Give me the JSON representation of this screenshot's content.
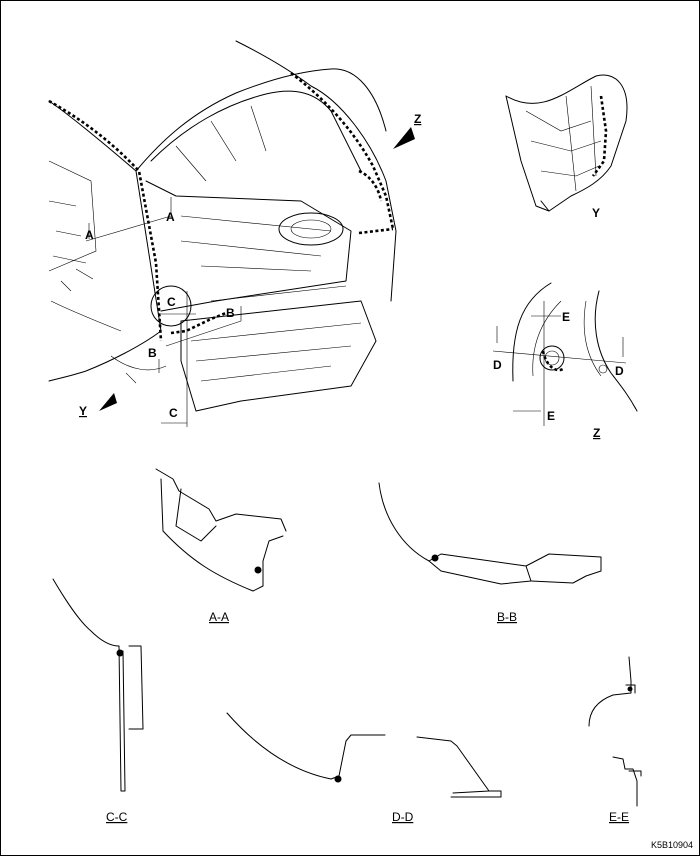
{
  "callouts": {
    "A": "A",
    "B": "B",
    "C": "C",
    "D": "D",
    "E": "E"
  },
  "views": {
    "Y": "Y",
    "Z": "Z"
  },
  "sections": {
    "aa": "A-A",
    "bb": "B-B",
    "cc": "C-C",
    "dd": "D-D",
    "ee": "E-E"
  },
  "drawing_code": "K5B10904"
}
